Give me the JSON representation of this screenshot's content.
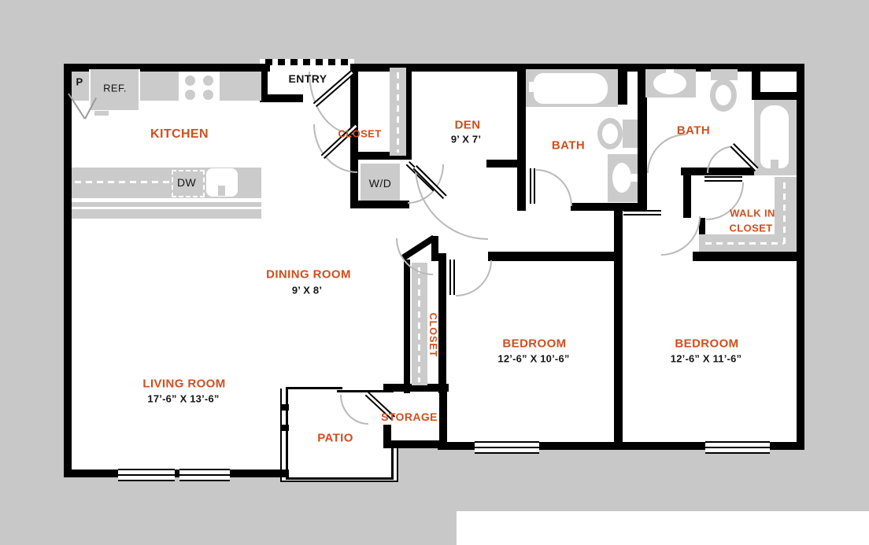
{
  "colors": {
    "background": "#c7c8c7",
    "walls": "#000000",
    "fixtures": "#cbcbcb",
    "room_label": "#d14e1e",
    "dimension_label": "#141414",
    "door_arc": "#b9b9b9"
  },
  "rooms": {
    "kitchen": {
      "name": "KITCHEN"
    },
    "entry": {
      "name": "ENTRY"
    },
    "entry_closet": {
      "name": "CLOSET"
    },
    "den": {
      "name": "DEN",
      "dims": "9’ X 7’"
    },
    "bath_1": {
      "name": "BATH"
    },
    "bath_2": {
      "name": "BATH"
    },
    "walk_in_closet": {
      "line1": "WALK IN",
      "line2": "CLOSET"
    },
    "dining_room": {
      "name": "DINING ROOM",
      "dims": "9’ X 8’"
    },
    "hall_closet": {
      "name": "CLOSET"
    },
    "living_room": {
      "name": "LIVING ROOM",
      "dims": "17’-6” X 13’-6”"
    },
    "bedroom_1": {
      "name": "BEDROOM",
      "dims": "12’-6” X 10’-6”"
    },
    "bedroom_2": {
      "name": "BEDROOM",
      "dims": "12’-6” X 11’-6”"
    },
    "storage": {
      "name": "STORAGE"
    },
    "patio": {
      "name": "PATIO"
    }
  },
  "fixtures": {
    "pantry": "P",
    "refrigerator": "REF.",
    "dishwasher": "DW",
    "washer_dryer": "W/D"
  }
}
